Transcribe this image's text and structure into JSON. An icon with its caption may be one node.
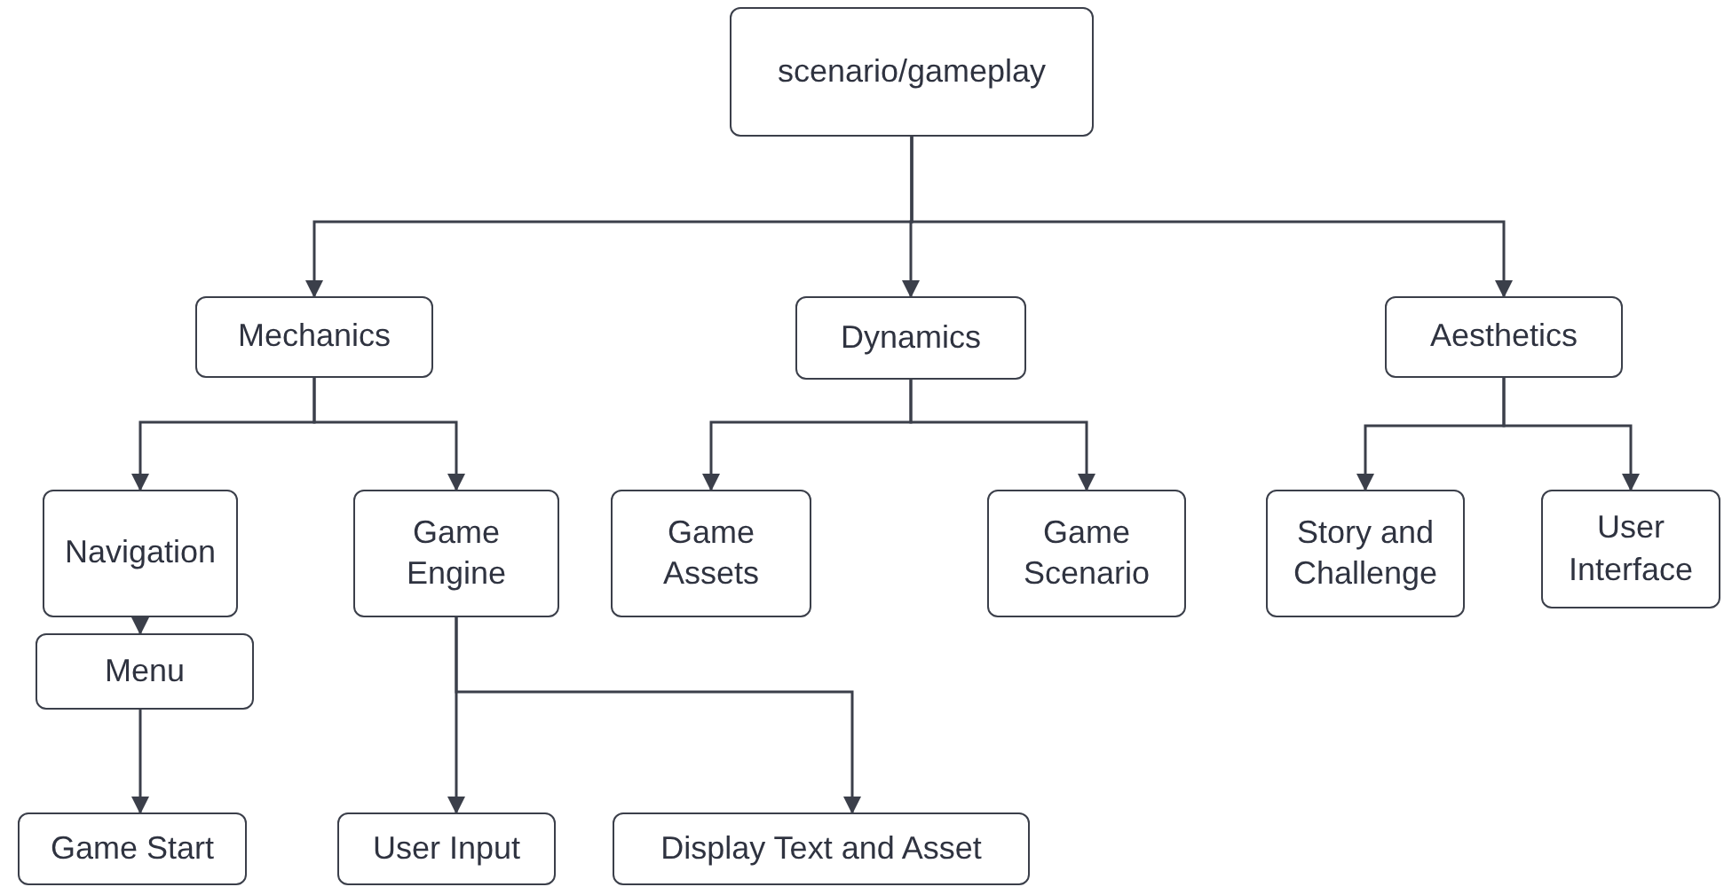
{
  "diagram": {
    "nodes": [
      {
        "text": [
          "scenario/gameplay"
        ]
      },
      {
        "text": [
          "Mechanics"
        ]
      },
      {
        "text": [
          "Dynamics"
        ]
      },
      {
        "text": [
          "Aesthetics"
        ]
      },
      {
        "text": [
          "Navigation"
        ]
      },
      {
        "text": [
          "Game Engine"
        ]
      },
      {
        "text": [
          "Game Assets"
        ]
      },
      {
        "text": [
          "Game Scenario"
        ]
      },
      {
        "text": [
          "Story and Challenge"
        ]
      },
      {
        "text": [
          "User Interface"
        ]
      },
      {
        "text": [
          "Menu"
        ]
      },
      {
        "text": [
          "Game Start"
        ]
      },
      {
        "text": [
          "User Input"
        ]
      },
      {
        "text": [
          "Display Text and Asset"
        ]
      }
    ],
    "edges": [
      {
        "from": 0,
        "to": 1,
        "arrow": "to"
      },
      {
        "from": 0,
        "to": 2,
        "arrow": "to"
      },
      {
        "from": 0,
        "to": 3,
        "arrow": "to"
      },
      {
        "from": 1,
        "to": 4,
        "arrow": "to"
      },
      {
        "from": 1,
        "to": 5,
        "arrow": "to"
      },
      {
        "from": 2,
        "to": 6,
        "arrow": "to"
      },
      {
        "from": 2,
        "to": 7,
        "arrow": "to"
      },
      {
        "from": 3,
        "to": 8,
        "arrow": "to"
      },
      {
        "from": 3,
        "to": 9,
        "arrow": "to"
      },
      {
        "from": 4,
        "to": 10,
        "arrow": "to"
      },
      {
        "from": 10,
        "to": 11,
        "arrow": "to"
      },
      {
        "from": 5,
        "to": 12,
        "arrow": "to"
      },
      {
        "from": 5,
        "to": 13,
        "arrow": "to"
      }
    ]
  }
}
